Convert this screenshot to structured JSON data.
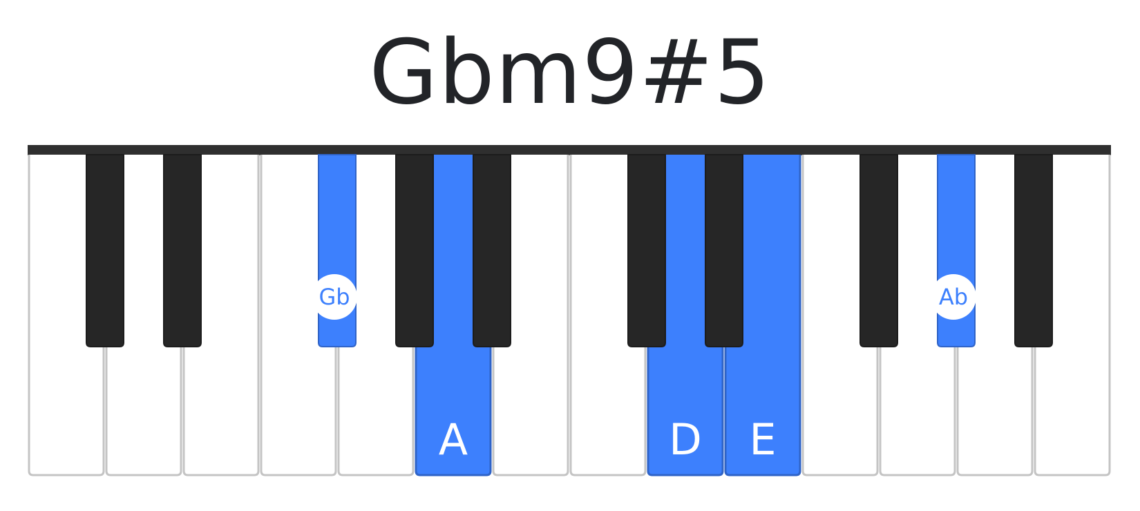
{
  "chord": {
    "name": "Gbm9#5"
  },
  "colors": {
    "highlight": "#3d80fd",
    "highlight_edge": "#2f63c7",
    "black_key": "#262626",
    "white_key": "#ffffff",
    "key_border": "#c4c4c4",
    "bar": "#2f2f2f",
    "title": "#222428"
  },
  "keyboard": {
    "white_keys": [
      {
        "note": "C",
        "active": false,
        "label": ""
      },
      {
        "note": "D",
        "active": false,
        "label": ""
      },
      {
        "note": "E",
        "active": false,
        "label": ""
      },
      {
        "note": "F",
        "active": false,
        "label": ""
      },
      {
        "note": "G",
        "active": false,
        "label": ""
      },
      {
        "note": "A",
        "active": true,
        "label": "A"
      },
      {
        "note": "B",
        "active": false,
        "label": ""
      },
      {
        "note": "C",
        "active": false,
        "label": ""
      },
      {
        "note": "D",
        "active": true,
        "label": "D"
      },
      {
        "note": "E",
        "active": true,
        "label": "E"
      },
      {
        "note": "F",
        "active": false,
        "label": ""
      },
      {
        "note": "G",
        "active": false,
        "label": ""
      },
      {
        "note": "A",
        "active": false,
        "label": ""
      },
      {
        "note": "B",
        "active": false,
        "label": ""
      }
    ],
    "black_keys": [
      {
        "after_white": 0,
        "note": "C#/Db",
        "active": false,
        "label": ""
      },
      {
        "after_white": 1,
        "note": "D#/Eb",
        "active": false,
        "label": ""
      },
      {
        "after_white": 3,
        "note": "F#/Gb",
        "active": true,
        "label": "Gb"
      },
      {
        "after_white": 4,
        "note": "G#/Ab",
        "active": false,
        "label": ""
      },
      {
        "after_white": 5,
        "note": "A#/Bb",
        "active": false,
        "label": ""
      },
      {
        "after_white": 7,
        "note": "C#/Db",
        "active": false,
        "label": ""
      },
      {
        "after_white": 8,
        "note": "D#/Eb",
        "active": false,
        "label": ""
      },
      {
        "after_white": 10,
        "note": "F#/Gb",
        "active": false,
        "label": ""
      },
      {
        "after_white": 11,
        "note": "G#/Ab",
        "active": true,
        "label": "Ab"
      },
      {
        "after_white": 12,
        "note": "A#/Bb",
        "active": false,
        "label": ""
      }
    ]
  }
}
